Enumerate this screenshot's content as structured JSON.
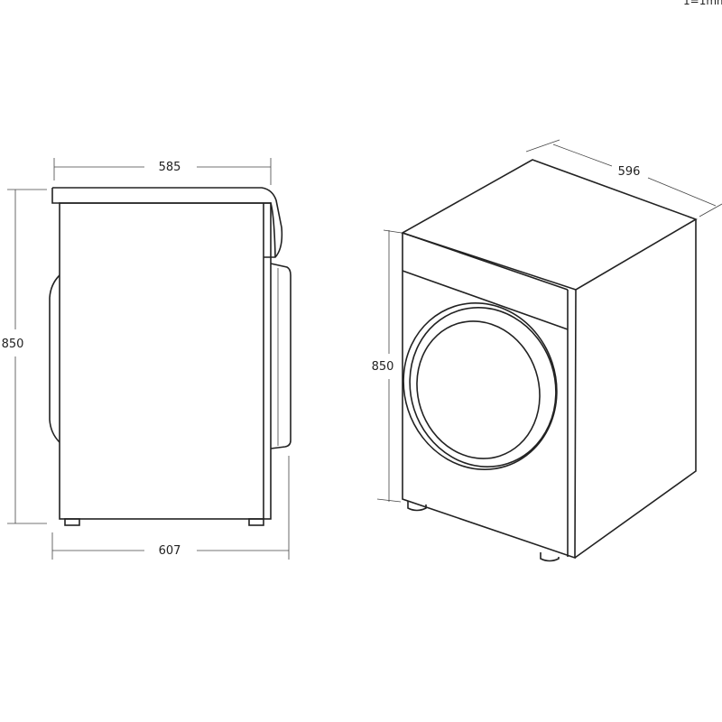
{
  "scale_note": "1=1mm",
  "side_view": {
    "top_depth": "585",
    "height": "850",
    "total_depth": "607"
  },
  "iso_view": {
    "width": "596",
    "height": "850"
  },
  "colors": {
    "line": "#222222",
    "background": "#ffffff"
  }
}
